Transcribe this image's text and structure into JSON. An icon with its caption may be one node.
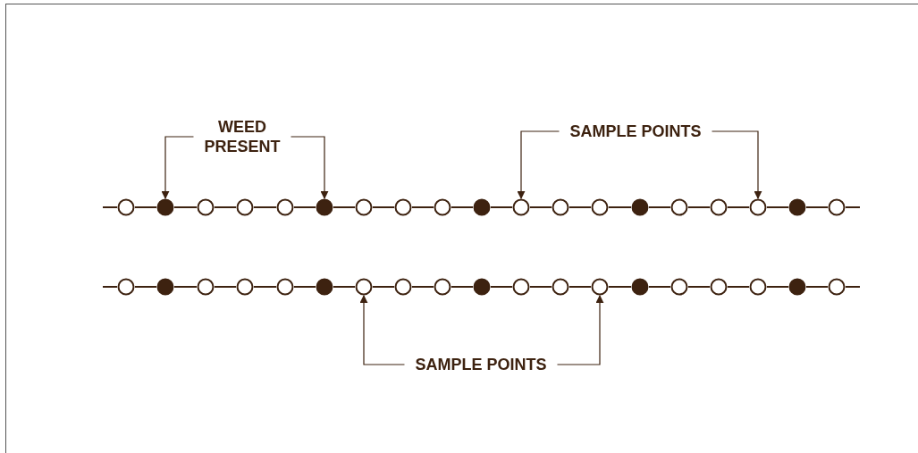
{
  "diagram": {
    "nodes": [
      {
        "text": [
          "WEED PRESENT"
        ]
      },
      {
        "text": [
          "SAMPLE POINTS"
        ]
      },
      {
        "text": [],
        "shape": "circle"
      },
      {
        "text": [],
        "shape": "dot"
      },
      {
        "text": [],
        "shape": "circle"
      },
      {
        "text": [],
        "shape": "circle"
      },
      {
        "text": [],
        "shape": "circle"
      },
      {
        "text": [],
        "shape": "dot"
      },
      {
        "text": [],
        "shape": "circle"
      },
      {
        "text": [],
        "shape": "circle"
      },
      {
        "text": [],
        "shape": "circle"
      },
      {
        "text": [],
        "shape": "dot"
      },
      {
        "text": [],
        "shape": "circle"
      },
      {
        "text": [],
        "shape": "circle"
      },
      {
        "text": [],
        "shape": "circle"
      },
      {
        "text": [],
        "shape": "dot"
      },
      {
        "text": [],
        "shape": "circle"
      },
      {
        "text": [],
        "shape": "circle"
      },
      {
        "text": [],
        "shape": "circle"
      },
      {
        "text": [],
        "shape": "dot"
      },
      {
        "text": [],
        "shape": "circle"
      },
      {
        "text": [],
        "shape": "circle"
      },
      {
        "text": [],
        "shape": "dot"
      },
      {
        "text": [],
        "shape": "circle"
      },
      {
        "text": [],
        "shape": "circle"
      },
      {
        "text": [],
        "shape": "circle"
      },
      {
        "text": [],
        "shape": "dot"
      },
      {
        "text": [],
        "shape": "circle"
      },
      {
        "text": [],
        "shape": "circle"
      },
      {
        "text": [],
        "shape": "circle"
      },
      {
        "text": [],
        "shape": "dot"
      },
      {
        "text": [],
        "shape": "circle"
      },
      {
        "text": [],
        "shape": "circle"
      },
      {
        "text": [],
        "shape": "circle"
      },
      {
        "text": [],
        "shape": "dot"
      },
      {
        "text": [],
        "shape": "circle"
      },
      {
        "text": [],
        "shape": "circle"
      },
      {
        "text": [],
        "shape": "circle"
      },
      {
        "text": [],
        "shape": "dot"
      },
      {
        "text": [],
        "shape": "circle"
      },
      {
        "text": [
          "SAMPLE POINTS"
        ]
      }
    ],
    "edges": [
      {
        "from": 0,
        "to": 3,
        "arrow": "to"
      },
      {
        "from": 0,
        "to": 7,
        "arrow": "to"
      },
      {
        "from": 1,
        "to": 12,
        "arrow": "to"
      },
      {
        "from": 1,
        "to": 18,
        "arrow": "to"
      },
      {
        "from": 40,
        "to": 27,
        "arrow": "to"
      },
      {
        "from": 40,
        "to": 33,
        "arrow": "to"
      },
      {
        "from": null,
        "to": 2,
        "arrow": "none"
      },
      {
        "from": 2,
        "to": 3,
        "arrow": "none"
      },
      {
        "from": 3,
        "to": 4,
        "arrow": "none"
      },
      {
        "from": 4,
        "to": 5,
        "arrow": "none"
      },
      {
        "from": 5,
        "to": 6,
        "arrow": "none"
      },
      {
        "from": 6,
        "to": 7,
        "arrow": "none"
      },
      {
        "from": 7,
        "to": 8,
        "arrow": "none"
      },
      {
        "from": 8,
        "to": 9,
        "arrow": "none"
      },
      {
        "from": 9,
        "to": 10,
        "arrow": "none"
      },
      {
        "from": 10,
        "to": 11,
        "arrow": "none"
      },
      {
        "from": 11,
        "to": 12,
        "arrow": "none"
      },
      {
        "from": 12,
        "to": 13,
        "arrow": "none"
      },
      {
        "from": 13,
        "to": 14,
        "arrow": "none"
      },
      {
        "from": 14,
        "to": 15,
        "arrow": "none"
      },
      {
        "from": 15,
        "to": 16,
        "arrow": "none"
      },
      {
        "from": 16,
        "to": 17,
        "arrow": "none"
      },
      {
        "from": 17,
        "to": 18,
        "arrow": "none"
      },
      {
        "from": 18,
        "to": 19,
        "arrow": "none"
      },
      {
        "from": 19,
        "to": 20,
        "arrow": "none"
      },
      {
        "from": 20,
        "to": null,
        "arrow": "none"
      },
      {
        "from": null,
        "to": 21,
        "arrow": "none"
      },
      {
        "from": 21,
        "to": 22,
        "arrow": "none"
      },
      {
        "from": 22,
        "to": 23,
        "arrow": "none"
      },
      {
        "from": 23,
        "to": 24,
        "arrow": "none"
      },
      {
        "from": 24,
        "to": 25,
        "arrow": "none"
      },
      {
        "from": 25,
        "to": 26,
        "arrow": "none"
      },
      {
        "from": 26,
        "to": 27,
        "arrow": "none"
      },
      {
        "from": 27,
        "to": 28,
        "arrow": "none"
      },
      {
        "from": 28,
        "to": 29,
        "arrow": "none"
      },
      {
        "from": 29,
        "to": 30,
        "arrow": "none"
      },
      {
        "from": 30,
        "to": 31,
        "arrow": "none"
      },
      {
        "from": 31,
        "to": 32,
        "arrow": "none"
      },
      {
        "from": 32,
        "to": 33,
        "arrow": "none"
      },
      {
        "from": 33,
        "to": 34,
        "arrow": "none"
      },
      {
        "from": 34,
        "to": 35,
        "arrow": "none"
      },
      {
        "from": 35,
        "to": 36,
        "arrow": "none"
      },
      {
        "from": 36,
        "to": 37,
        "arrow": "none"
      },
      {
        "from": 37,
        "to": 38,
        "arrow": "none"
      },
      {
        "from": 38,
        "to": 39,
        "arrow": "none"
      },
      {
        "from": 39,
        "to": null,
        "arrow": "none"
      }
    ]
  }
}
